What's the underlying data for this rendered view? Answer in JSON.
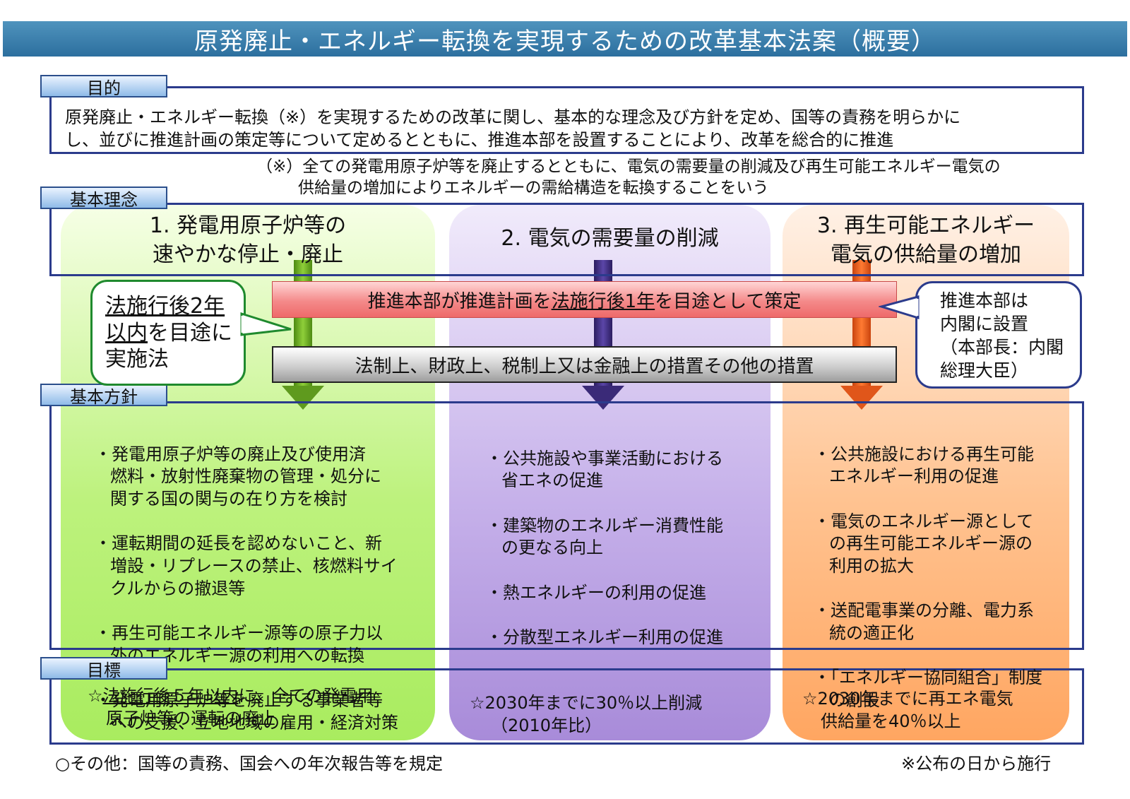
{
  "title": "原発廃止・エネルギー転換を実現するための改革基本法案（概要）",
  "purpose": {
    "label": "目的",
    "line1": "原発廃止・エネルギー転換（※）を実現するための改革に関し、基本的な理念及び方針を定め、国等の責務を明らかに",
    "line2": "し、並びに推進計画の策定等について定めるとともに、推進本部を設置することにより、改革を総合的に推進",
    "note1": "（※）全ての発電用原子炉等を廃止するとともに、電気の需要量の削減及び再生可能エネルギー電気の",
    "note2": "供給量の増加によりエネルギーの需給構造を転換することをいう"
  },
  "principles": {
    "label": "基本理念",
    "col1_line1": "1. 発電用原子炉等の",
    "col1_line2": "速やかな停止・廃止",
    "col2_line1": "2. 電気の需要量の削減",
    "col3_line1": "3. 再生可能エネルギー",
    "col3_line2": "電気の供給量の増加"
  },
  "plan_bar": {
    "pre": "推進本部が推進計画を",
    "underlined": "法施行後1年",
    "post": "を目途として策定"
  },
  "measures_bar": "法制上、財政上、税制上又は金融上の措置その他の措置",
  "callout_left": {
    "l1": "法施行後2年",
    "l2u": "以内",
    "l2": "を目途に",
    "l3": "実施法"
  },
  "callout_right": {
    "l1": "推進本部は",
    "l2": "内閣に設置",
    "l3": "（本部長：内閣",
    "l4": "総理大臣）"
  },
  "policies": {
    "label": "基本方針",
    "col1": [
      "・発電用原子炉等の廃止及び使用済\n燃料・放射性廃棄物の管理・処分に\n関する国の関与の在り方を検討",
      "・運転期間の延長を認めないこと、新\n増設・リプレースの禁止、核燃料サイ\nクルからの撤退等",
      "・再生可能エネルギー源等の原子力以\n外のエネルギー源の利用への転換",
      "・発電用原子炉等を廃止する事業者等\nへの支援、立地地域の雇用・経済対策"
    ],
    "col2": [
      "・公共施設や事業活動における\n省エネの促進",
      "・建築物のエネルギー消費性能\nの更なる向上",
      "・熱エネルギーの利用の促進",
      "・分散型エネルギー利用の促進"
    ],
    "col3": [
      "・公共施設における再生可能\nエネルギー利用の促進",
      "・電気のエネルギー源として\nの再生可能エネルギー源の\n利用の拡大",
      "・送配電事業の分離、電力系\n統の適正化",
      "・「エネルギー協同組合」制度\nの創設"
    ]
  },
  "goals": {
    "label": "目標",
    "col1_pre": "☆",
    "col1_u": "法施行後５年以内",
    "col1_post": "に、全ての発電用",
    "col1_line2": "原子炉等の運転の廃止",
    "col2_line1": "☆2030年までに30％以上削減",
    "col2_line2": "（2010年比）",
    "col3_line1": "☆2030年までに再エネ電気",
    "col3_line2": "供給量を40％以上"
  },
  "footer": {
    "left": "○その他：国等の責務、国会への年次報告等を規定",
    "right": "※公布の日から施行"
  },
  "colors": {
    "col1_arrow": "#5f9a1e",
    "col2_arrow": "#3a2a78",
    "col3_arrow": "#e0561a",
    "band_border": "#2b3b8c"
  }
}
